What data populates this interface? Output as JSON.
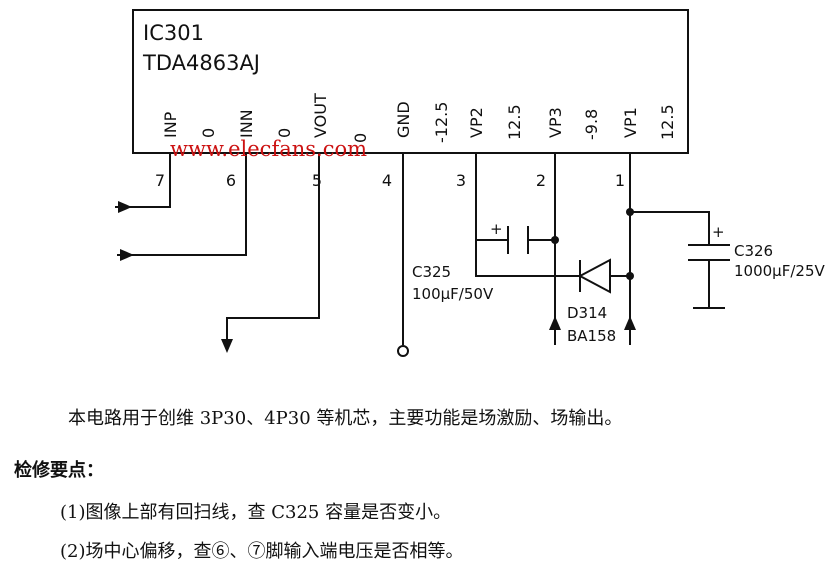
{
  "ic": {
    "name": "IC301",
    "part": "TDA4863AJ"
  },
  "pins": [
    {
      "label": "INP",
      "number": "7"
    },
    {
      "label": "0"
    },
    {
      "label": "INN",
      "number": "6"
    },
    {
      "label": "0"
    },
    {
      "label": "VOUT",
      "number": "5"
    },
    {
      "label": "0"
    },
    {
      "label": "GND",
      "number": "4"
    },
    {
      "label": "-12.5"
    },
    {
      "label": "VP2",
      "number": "3"
    },
    {
      "label": "12.5"
    },
    {
      "label": "VP3",
      "number": "2"
    },
    {
      "label": "-9.8"
    },
    {
      "label": "VP1",
      "number": "1"
    },
    {
      "label": "12.5"
    }
  ],
  "components": {
    "c325": {
      "name": "C325",
      "value": "100μF/50V",
      "plus": "+"
    },
    "c326": {
      "name": "C326",
      "value": "1000μF/25V",
      "plus": "+"
    },
    "d314": {
      "name": "D314",
      "part": "BA158"
    }
  },
  "watermark": "www.elecfans.com",
  "text": {
    "description": "本电路用于创维 3P30、4P30 等机芯，主要功能是场激励、场输出。",
    "section_title": "检修要点：",
    "points": [
      "(1)图像上部有回扫线，查 C325 容量是否变小。",
      "(2)场中心偏移，查⑥、⑦脚输入端电压是否相等。"
    ]
  },
  "colors": {
    "line": "#111111",
    "watermark": "#cc1111"
  }
}
